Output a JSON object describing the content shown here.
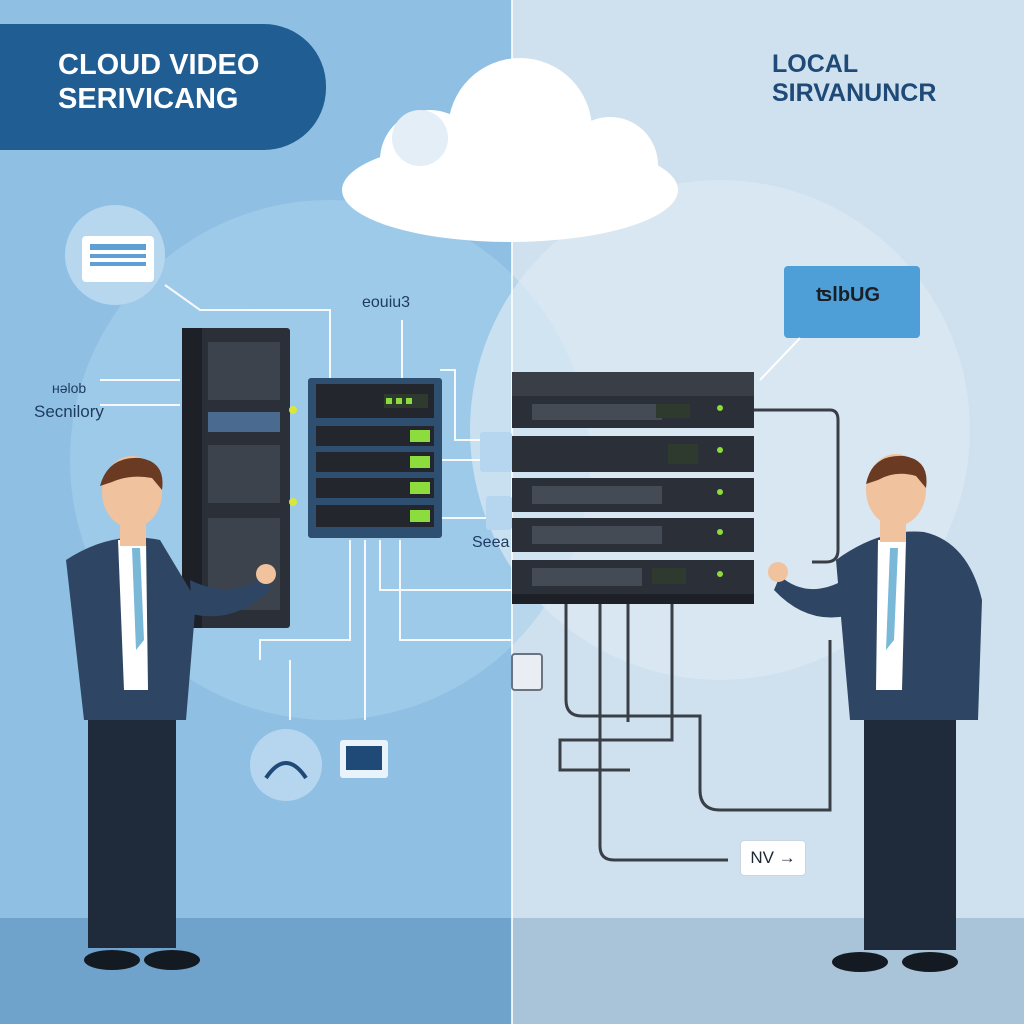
{
  "colors": {
    "left_bg": "#8fc0e4",
    "right_bg": "#cfe1ee",
    "banner": "#1f5d93",
    "server_dark": "#2b2f37",
    "suit": "#2e4663",
    "led_green": "#8bdc3c",
    "cable": "#3a3f47"
  },
  "left": {
    "title": "CLOUD VIDEO SERIVICANG",
    "rack_label": "eouiu3",
    "side_label_top": "ʜəlob",
    "side_label": "Secnilory",
    "seea_label": "Seea"
  },
  "right": {
    "title": "LOCAL SIRVANUNCR",
    "screen_text": "ʦlbUG",
    "port_tag": "NV",
    "port_tag_arrow": "→"
  },
  "icons": [
    "cloud-icon",
    "document-icon",
    "monitor-icon",
    "gauge-icon",
    "shield-icon"
  ]
}
